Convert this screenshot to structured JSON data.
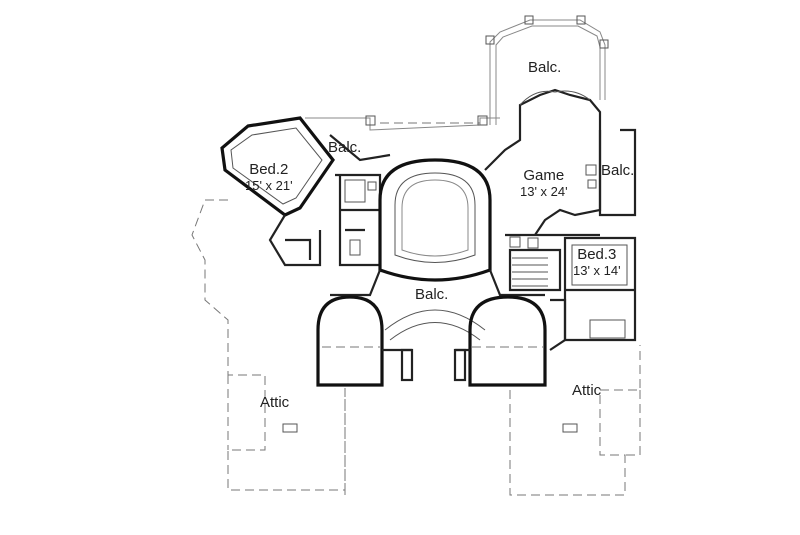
{
  "rooms": {
    "balc_top": {
      "name": "Balc."
    },
    "balc_bed2": {
      "name": "Balc."
    },
    "bed2": {
      "name": "Bed.2",
      "size": "15' x 21'"
    },
    "game": {
      "name": "Game",
      "size": "13' x 24'"
    },
    "balc_right": {
      "name": "Balc."
    },
    "bed3": {
      "name": "Bed.3",
      "size": "13' x 14'"
    },
    "balc_center": {
      "name": "Balc."
    },
    "attic_left": {
      "name": "Attic"
    },
    "attic_right": {
      "name": "Attic"
    }
  }
}
